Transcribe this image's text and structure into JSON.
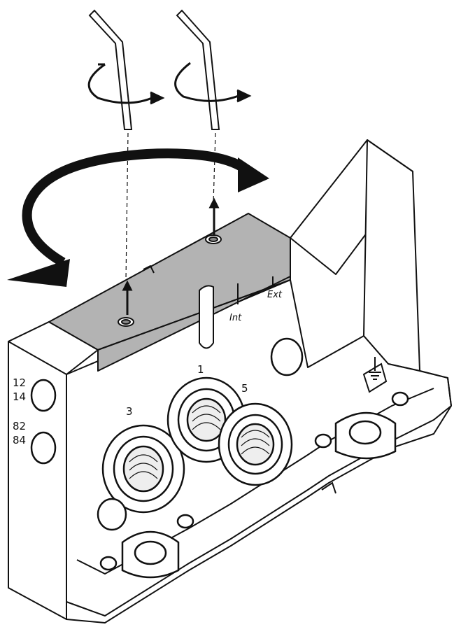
{
  "labels": {
    "port_12": "12",
    "port_14": "14",
    "port_82": "82",
    "port_84": "84",
    "port_1": "1",
    "port_3": "3",
    "port_5": "5",
    "int": "Int",
    "ext": "Ext"
  },
  "colors": {
    "line": "#111111",
    "plate": "#b3b3b3",
    "body": "#ffffff"
  },
  "icons": [
    "rotate-arrow-icon",
    "hex-key-icon",
    "earth-ground-icon"
  ]
}
